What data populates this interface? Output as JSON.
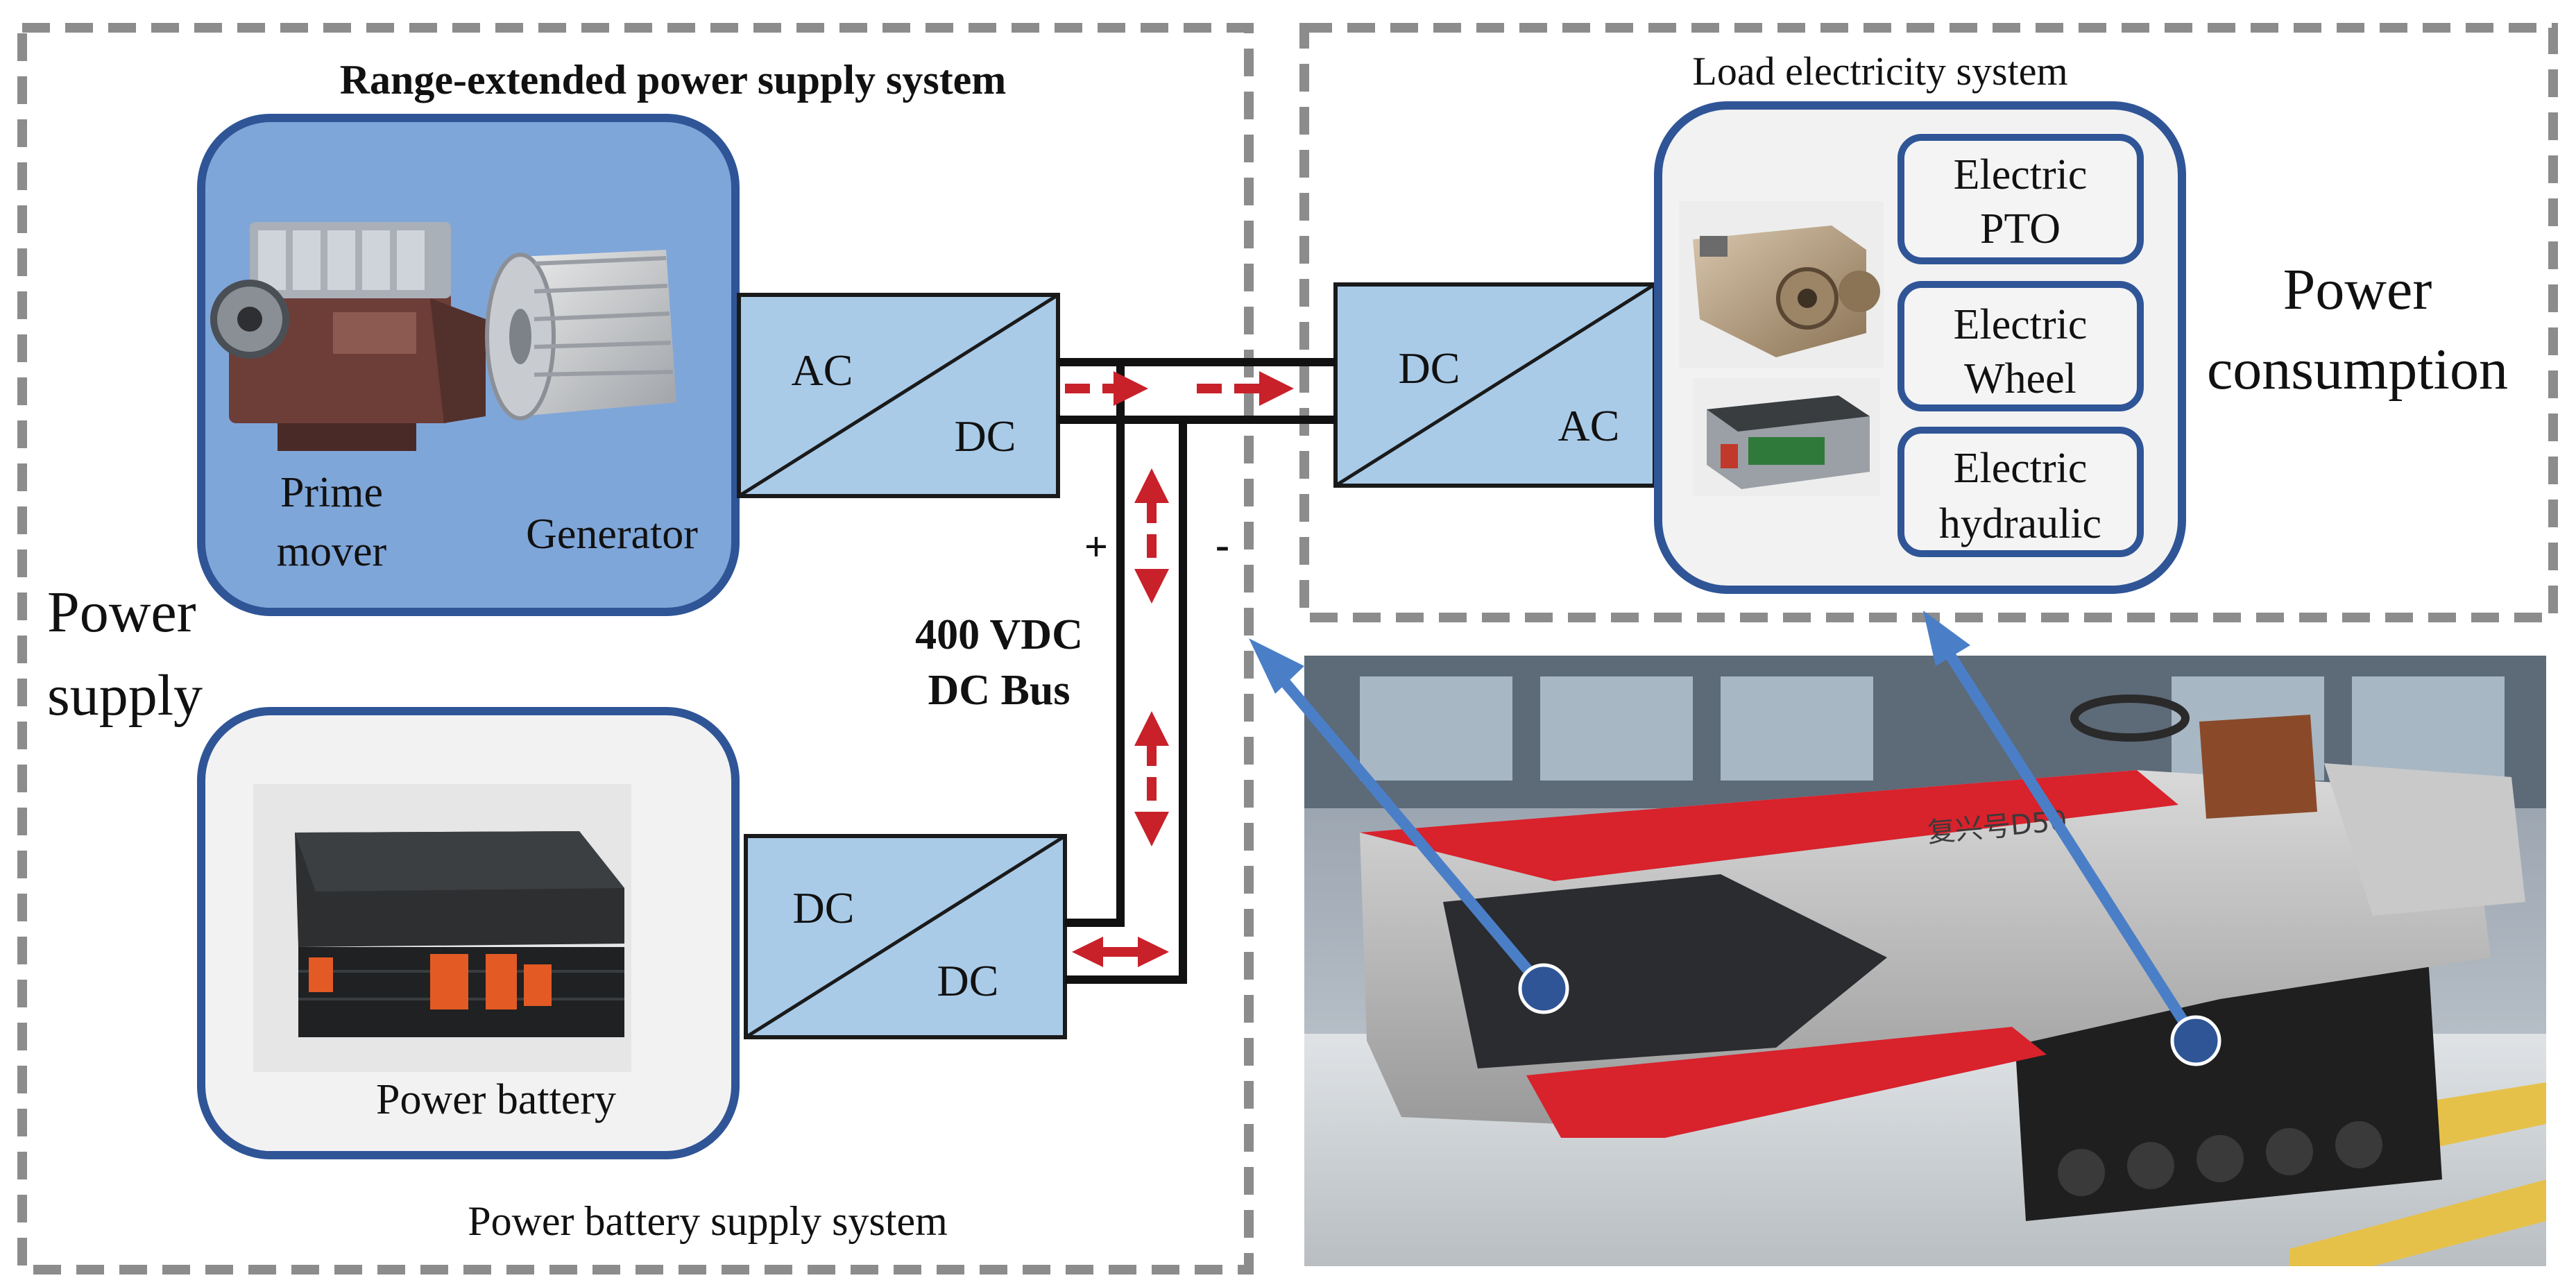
{
  "sections": {
    "range_extended_title": "Range-extended power supply system",
    "load_title": "Load electricity system",
    "battery_title": "Power battery supply system",
    "power_supply_line1": "Power",
    "power_supply_line2": "supply",
    "power_consumption_line1": "Power",
    "power_consumption_line2": "consumption"
  },
  "range_extender": {
    "prime_mover_line1": "Prime",
    "prime_mover_line2": "mover",
    "generator": "Generator"
  },
  "converters": {
    "acdc": {
      "in": "AC",
      "out": "DC"
    },
    "dcac": {
      "in": "DC",
      "out": "AC"
    },
    "dcdc": {
      "in": "DC",
      "out": "DC"
    }
  },
  "bus": {
    "plus": "+",
    "minus": "-",
    "label_line1": "400 VDC",
    "label_line2": "DC Bus"
  },
  "battery": {
    "label": "Power battery"
  },
  "loads": [
    {
      "line1": "Electric",
      "line2": "PTO"
    },
    {
      "line1": "Electric",
      "line2": "Wheel"
    },
    {
      "line1": "Electric",
      "line2": "hydraulic"
    }
  ],
  "tractor": {
    "badge": "复兴号D50"
  },
  "colors": {
    "panel_blue": "#7fa6d9",
    "panel_border": "#2f5597",
    "converter_fill": "#a9cbe8",
    "dashed_gray": "#8c8c8c",
    "power_flow_red": "#c8212a",
    "pointer_blue": "#4a7fc8"
  }
}
